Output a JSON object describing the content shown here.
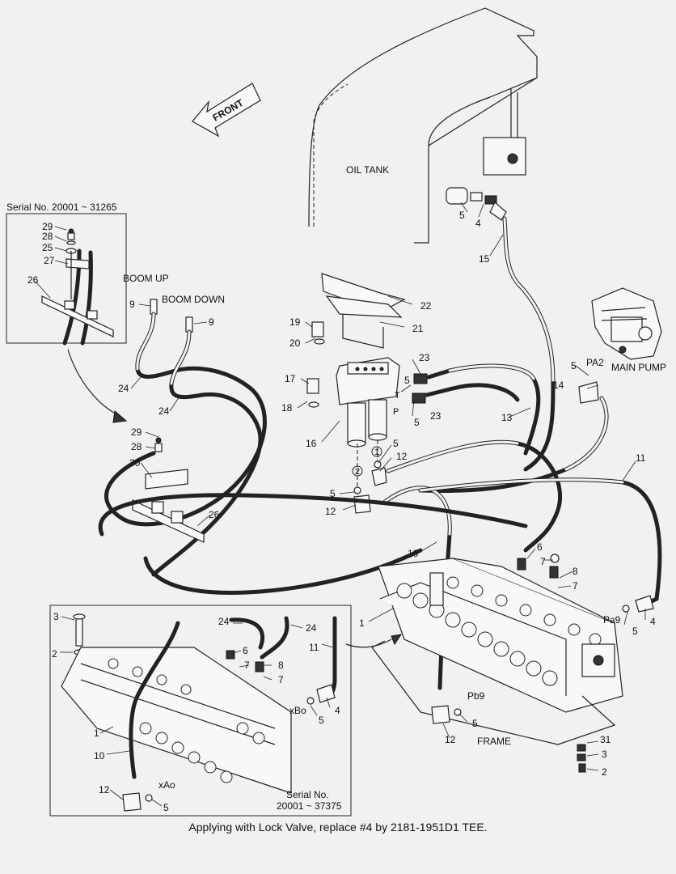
{
  "labels": {
    "front": "FRONT",
    "oil_tank": "OIL TANK",
    "main_pump": "MAIN PUMP",
    "frame": "FRAME",
    "boom_up": "BOOM UP",
    "boom_down": "BOOM DOWN",
    "pa2": "PA2",
    "pa9": "Pa9",
    "pb9": "Pb9",
    "xbo": "xBo",
    "xao": "xAo",
    "port_t": "T",
    "port_p": "P",
    "circle_1": "1",
    "circle_2": "2"
  },
  "inset_top": {
    "serial": "Serial No. 20001 ~ 31265"
  },
  "inset_bottom": {
    "serial_line1": "Serial No.",
    "serial_line2": "20001 ~ 37375"
  },
  "caption": "Applying with Lock Valve, replace #4 by 2181-1951D1 TEE.",
  "callouts": {
    "main_5a": "5",
    "main_4a": "4",
    "main_15": "15",
    "main_22": "22",
    "main_21": "21",
    "main_19": "19",
    "main_20": "20",
    "main_17": "17",
    "main_18": "18",
    "main_16": "16",
    "main_23a": "23",
    "main_23b": "23",
    "main_5b": "5",
    "main_5c": "5",
    "main_5d": "5",
    "main_12a": "12",
    "main_5e": "5",
    "main_12b": "12",
    "main_9a": "9",
    "main_9b": "9",
    "main_24a": "24",
    "main_24b": "24",
    "main_29": "29",
    "main_28": "28",
    "main_30": "30",
    "main_26": "26",
    "main_5f": "5",
    "main_14": "14",
    "main_13": "13",
    "main_11": "11",
    "main_10": "10",
    "main_6": "6",
    "main_7a": "7",
    "main_8": "8",
    "main_7b": "7",
    "main_1": "1",
    "main_5g": "5",
    "main_4b": "4",
    "main_5h": "5",
    "main_12c": "12",
    "main_31": "31",
    "main_3": "3",
    "main_2": "2",
    "top_29": "29",
    "top_28": "28",
    "top_25": "25",
    "top_27": "27",
    "top_26": "26",
    "bot_3": "3",
    "bot_2": "2",
    "bot_24a": "24",
    "bot_24b": "24",
    "bot_6": "6",
    "bot_7a": "7",
    "bot_8": "8",
    "bot_7b": "7",
    "bot_11": "11",
    "bot_5a": "5",
    "bot_4": "4",
    "bot_1": "1",
    "bot_10": "10",
    "bot_12": "12",
    "bot_5b": "5"
  }
}
